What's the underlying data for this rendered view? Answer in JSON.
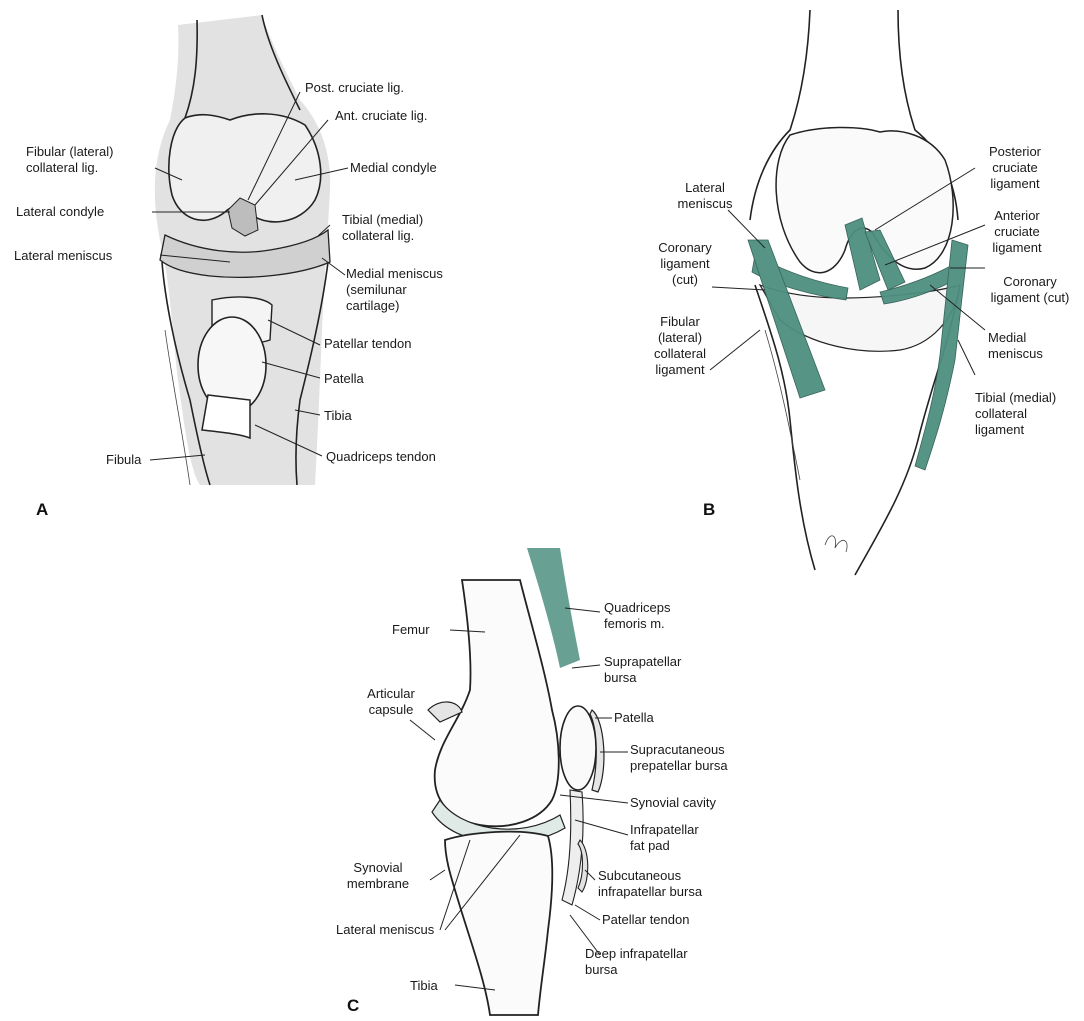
{
  "colors": {
    "ligament_green": "#4e8f80",
    "shade_gray": "#d6d6d6",
    "line": "#222222"
  },
  "panel_a": {
    "letter": "A",
    "labels": {
      "post_cruciate": "Post. cruciate lig.",
      "ant_cruciate": "Ant. cruciate lig.",
      "fibular_collateral": "Fibular (lateral)\ncollateral lig.",
      "medial_condyle": "Medial condyle",
      "lateral_condyle": "Lateral condyle",
      "tibial_collateral": "Tibial (medial)\ncollateral lig.",
      "lateral_meniscus": "Lateral meniscus",
      "medial_meniscus": "Medial meniscus\n(semilunar\ncartilage)",
      "patellar_tendon": "Patellar tendon",
      "patella": "Patella",
      "tibia": "Tibia",
      "fibula": "Fibula",
      "quadriceps_tendon": "Quadriceps tendon"
    }
  },
  "panel_b": {
    "letter": "B",
    "labels": {
      "posterior_cruciate": "Posterior\ncruciate\nligament",
      "lateral_meniscus": "Lateral\nmeniscus",
      "anterior_cruciate": "Anterior\ncruciate\nligament",
      "coronary_left": "Coronary\nligament\n(cut)",
      "coronary_right": "Coronary\nligament (cut)",
      "fibular_collateral": "Fibular\n(lateral)\ncollateral\nligament",
      "medial_meniscus": "Medial\nmeniscus",
      "tibial_collateral": "Tibial (medial)\ncollateral\nligament"
    }
  },
  "panel_c": {
    "letter": "C",
    "labels": {
      "quadriceps": "Quadriceps\nfemoris m.",
      "femur": "Femur",
      "suprapatellar": "Suprapatellar\nbursa",
      "articular_capsule": "Articular\ncapsule",
      "patella": "Patella",
      "supracutaneous": "Supracutaneous\nprepatellar bursa",
      "synovial_cavity": "Synovial cavity",
      "infrapatellar_fat": "Infrapatellar\nfat pad",
      "synovial_membrane": "Synovial\nmembrane",
      "subcutaneous": "Subcutaneous\ninfrapatellar bursa",
      "patellar_tendon": "Patellar tendon",
      "lateral_meniscus": "Lateral meniscus",
      "deep_infrapatellar": "Deep infrapatellar\nbursa",
      "tibia": "Tibia"
    }
  }
}
